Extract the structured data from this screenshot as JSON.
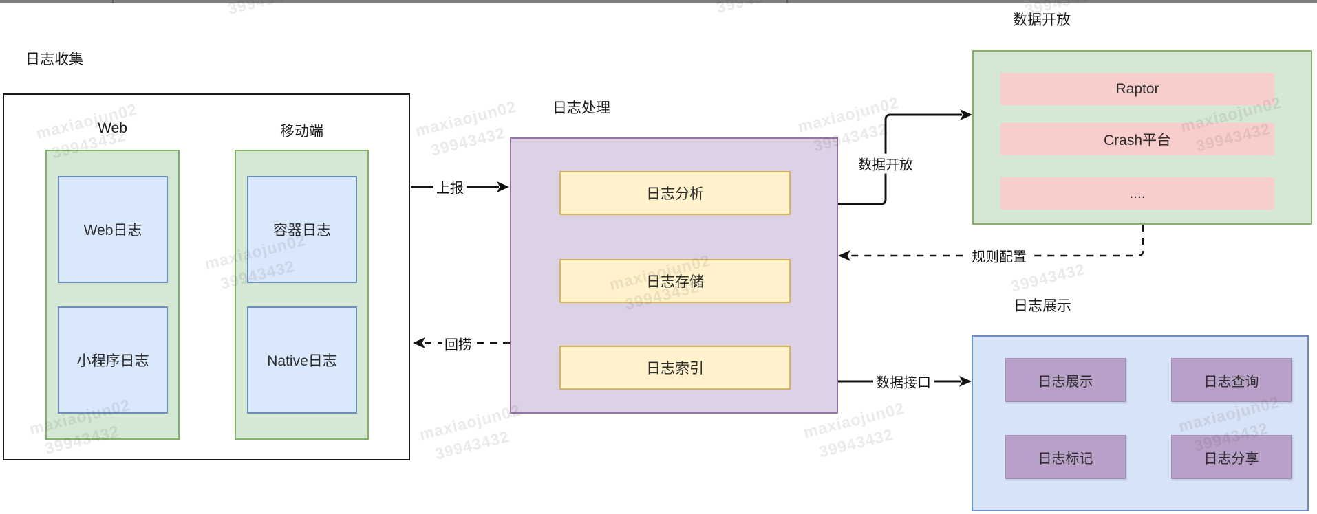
{
  "watermark": {
    "line1": "maxiaojun02",
    "line2": "39943432"
  },
  "sections": {
    "collection": {
      "title": "日志收集",
      "columns": [
        {
          "label": "Web",
          "items": [
            "Web日志",
            "小程序日志"
          ]
        },
        {
          "label": "移动端",
          "items": [
            "容器日志",
            "Native日志"
          ]
        }
      ]
    },
    "processing": {
      "title": "日志处理",
      "items": [
        "日志分析",
        "日志存储",
        "日志索引"
      ]
    },
    "open": {
      "title": "数据开放",
      "items": [
        "Raptor",
        "Crash平台",
        "...."
      ]
    },
    "display": {
      "title": "日志展示",
      "items": [
        "日志展示",
        "日志查询",
        "日志标记",
        "日志分享"
      ]
    }
  },
  "edges": {
    "report": "上报",
    "fetch_back": "回捞",
    "data_open": "数据开放",
    "rule_config": "规则配置",
    "data_api": "数据接口"
  },
  "colors": {
    "green_fill": "#d5e8d4",
    "green_border": "#82b366",
    "blue_fill": "#dae8fc",
    "blue_border": "#6c8ebf",
    "panel_blue_fill": "#d7e3f7",
    "purple_fill": "#ddd2e5",
    "purple_border": "#9673a6",
    "yellow_fill": "#fff2cc",
    "yellow_border": "#d6b656",
    "pink_fill": "#f8cecc",
    "mini_purple_fill": "#b8a0c8",
    "mini_purple_border": "#a48ab8",
    "edge_color": "#141414",
    "topbar_color": "#7e7e7e"
  }
}
